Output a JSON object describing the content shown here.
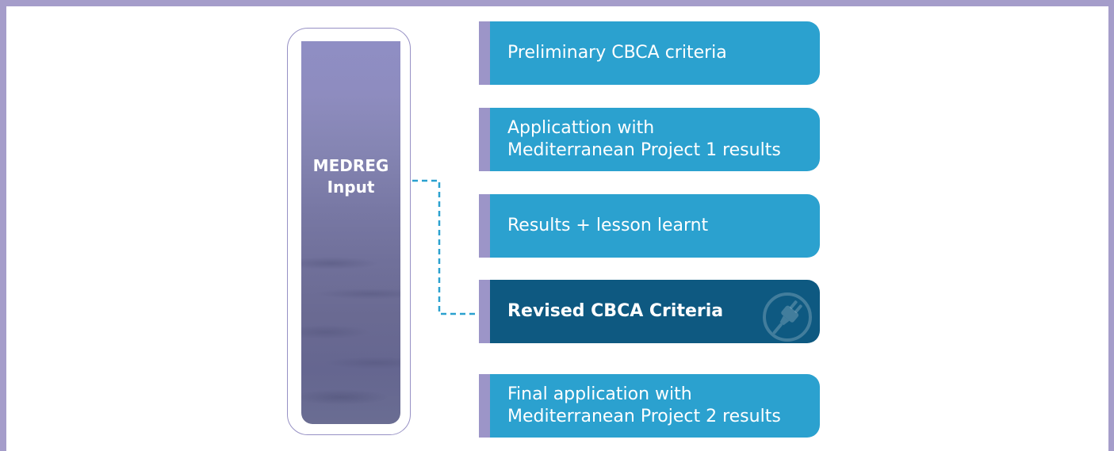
{
  "input_box": {
    "label_line1": "MEDREG",
    "label_line2": "Input"
  },
  "steps": [
    {
      "text": "Preliminary CBCA criteria",
      "highlighted": false
    },
    {
      "text": "Applicattion with\nMediterranean Project 1 results",
      "highlighted": false
    },
    {
      "text": "Results + lesson learnt",
      "highlighted": false
    },
    {
      "text": "Revised CBCA Criteria",
      "highlighted": true,
      "icon": "plug-icon"
    },
    {
      "text": "Final application with\nMediterranean Project 2 results",
      "highlighted": false
    }
  ],
  "colors": {
    "frame": "#a59dca",
    "step_fill": "#2ba1cf",
    "step_highlight_fill": "#0e5981",
    "step_accent": "#9c95c8",
    "connector": "#2ba1cf",
    "card_border": "#9690c4"
  }
}
